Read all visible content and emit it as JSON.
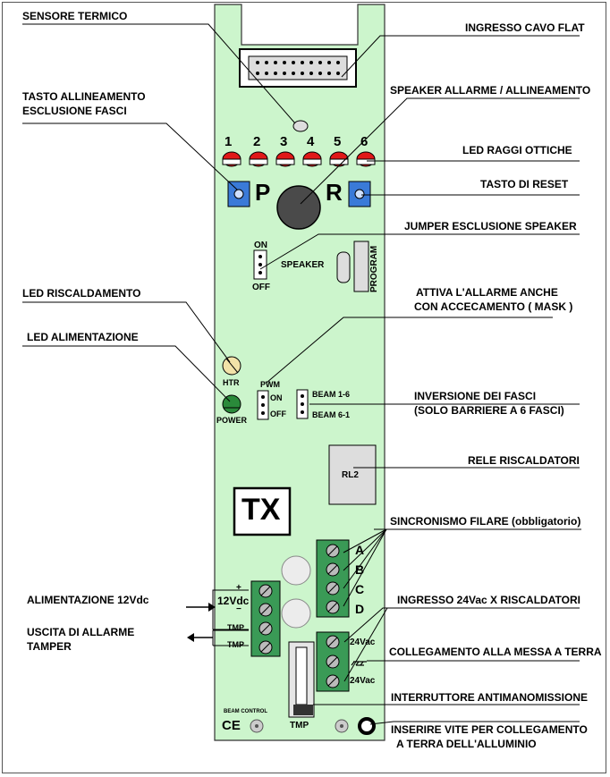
{
  "labels": {
    "sensore_termico": "SENSORE TERMICO",
    "ingresso_cavo_flat": "INGRESSO CAVO FLAT",
    "tasto_allineamento_1": "TASTO ALLINEAMENTO",
    "tasto_allineamento_2": "ESCLUSIONE FASCI",
    "speaker_allarme": "SPEAKER ALLARME / ALLINEAMENTO",
    "led_raggi_ottiche": "LED RAGGI OTTICHE",
    "tasto_reset": "TASTO DI RESET",
    "jumper_speaker": "JUMPER ESCLUSIONE SPEAKER",
    "led_riscaldamento": "LED RISCALDAMENTO",
    "attiva_allarme_1": "ATTIVA  L'ALLARME ANCHE",
    "attiva_allarme_2": "CON ACCECAMENTO ( MASK )",
    "led_alimentazione": "LED ALIMENTAZIONE",
    "inversione_fasci_1": "INVERSIONE DEI FASCI",
    "inversione_fasci_2": "(SOLO BARRIERE A 6 FASCI)",
    "rele_riscaldatori": "RELE RISCALDATORI",
    "sincronismo_filare": "SINCRONISMO FILARE (obbligatorio)",
    "alimentazione_12vdc": "ALIMENTAZIONE 12Vdc",
    "ingresso_24vac": "INGRESSO 24Vac X RISCALDATORI",
    "uscita_allarme_1": "USCITA DI ALLARME",
    "uscita_allarme_2": "TAMPER",
    "collegamento_terra": "COLLEGAMENTO ALLA MESSA A TERRA",
    "interruttore": "INTERRUTTORE ANTIMANOMISSIONE",
    "inserire_vite_1": "INSERIRE VITE PER COLLEGAMENTO",
    "inserire_vite_2": "A TERRA DELL'ALLUMINIO"
  },
  "board": {
    "led_numbers": [
      "1",
      "2",
      "3",
      "4",
      "5",
      "6"
    ],
    "button_p": "P",
    "button_r": "R",
    "jumper_on": "ON",
    "jumper_off": "OFF",
    "speaker": "SPEAKER",
    "program": "PROGRAM",
    "htr": "HTR",
    "power": "POWER",
    "pwm": "PWM",
    "pwm_on": "ON",
    "pwm_off": "OFF",
    "beam_16": "BEAM 1-6",
    "beam_61": "BEAM 6-1",
    "rl2": "RL2",
    "tx": "TX",
    "sync_a": "A",
    "sync_b": "B",
    "sync_c": "C",
    "sync_d": "D",
    "v12": "12Vdc",
    "plus": "+",
    "minus": "−",
    "tmp1": "TMP",
    "tmp2": "TMP",
    "v24a": "24Vac",
    "v24b": "24Vac",
    "beam_control": "BEAM CONTROL",
    "ce": "CE",
    "tmp_bottom": "TMP"
  },
  "colors": {
    "board": "#ccf5cc",
    "led_red": "#e01818",
    "button_blue": "#3a7ad8",
    "terminal_green": "#3a9a56",
    "power_led": "#2a8a3a",
    "htr_led": "#f2e2a8"
  }
}
